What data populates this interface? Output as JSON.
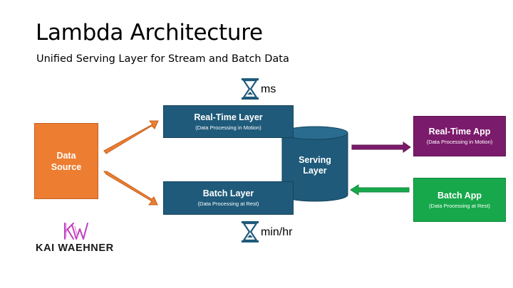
{
  "header": {
    "title": "Lambda Architecture",
    "subtitle": "Unified Serving Layer for Stream and Batch Data"
  },
  "nodes": {
    "data_source": {
      "label_line1": "Data",
      "label_line2": "Source"
    },
    "realtime_layer": {
      "label": "Real-Time Layer",
      "sublabel": "(Data Processing in Motion)"
    },
    "batch_layer": {
      "label": "Batch Layer",
      "sublabel": "(Data Processing at Rest)"
    },
    "serving_layer": {
      "label_line1": "Serving",
      "label_line2": "Layer"
    },
    "realtime_app": {
      "label": "Real-Time App",
      "sublabel": "(Data Processing in Motion)"
    },
    "batch_app": {
      "label": "Batch App",
      "sublabel": "(Data Processing at Rest)"
    }
  },
  "latency": {
    "fast": "ms",
    "slow": "min/hr"
  },
  "branding": {
    "logo_text": "KAI WAEHNER"
  },
  "colors": {
    "source": "#ED7D31",
    "layer": "#1F5A7A",
    "realtime_app": "#7B1B6B",
    "batch_app": "#17A84B",
    "logo": "#C040C0"
  },
  "icons": {
    "latency": "hourglass-icon",
    "logo": "kw-monogram-icon"
  }
}
